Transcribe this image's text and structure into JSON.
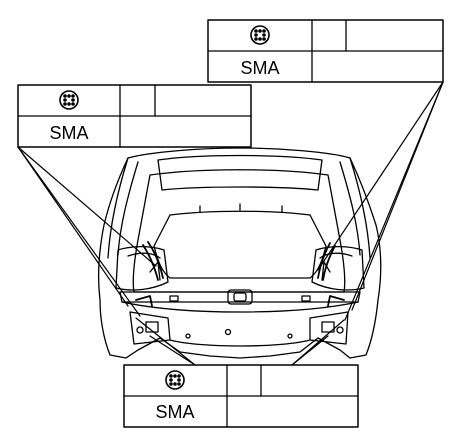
{
  "labels": [
    {
      "material": "SMA",
      "symbol": "weld-spot-symbol"
    },
    {
      "material": "SMA",
      "symbol": "weld-spot-symbol"
    },
    {
      "material": "SMA",
      "symbol": "weld-spot-symbol"
    }
  ],
  "colors": {
    "line": "#000000",
    "background": "#ffffff"
  }
}
